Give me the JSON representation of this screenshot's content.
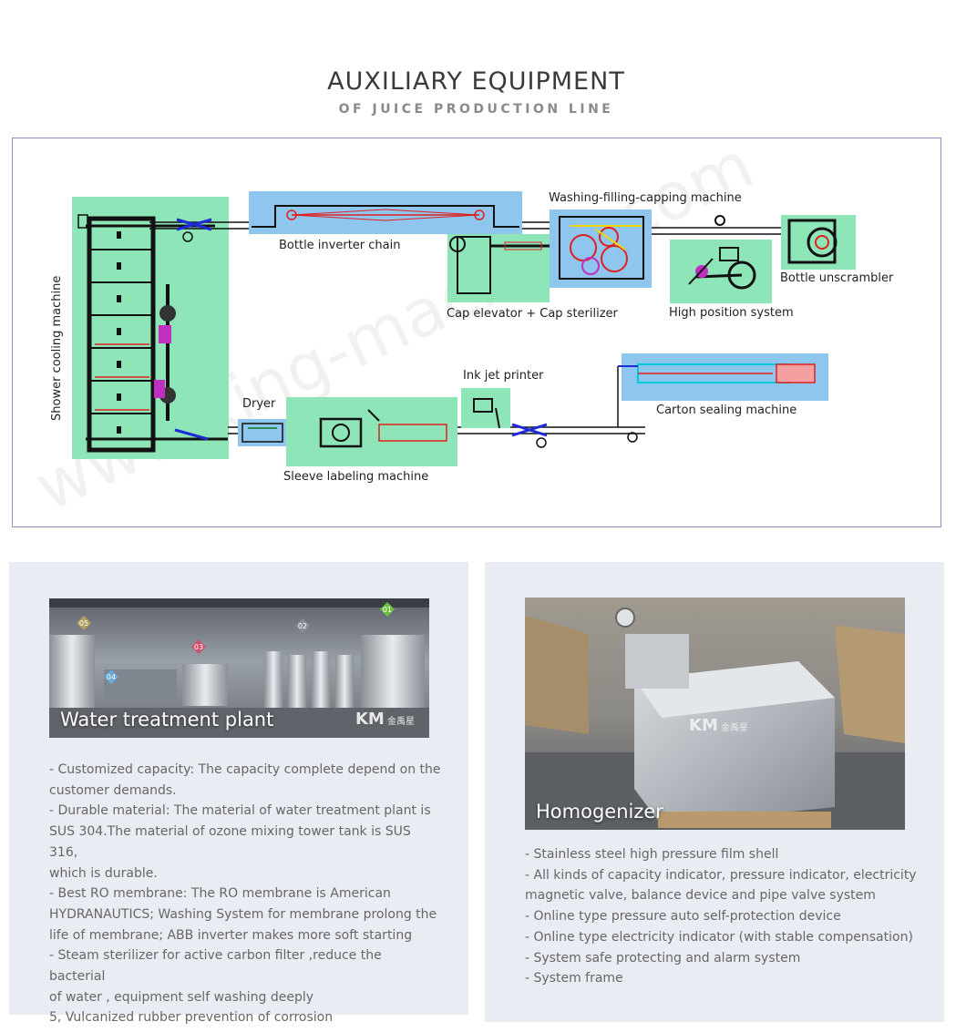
{
  "header": {
    "title": "AUXILIARY EQUIPMENT",
    "subtitle": "OF JUICE PRODUCTION LINE"
  },
  "diagram": {
    "watermark": "www.king-machine.com",
    "labels": {
      "bottle_inverter": "Bottle inverter chain",
      "washing_filling": "Washing-filling-capping machine",
      "bottle_unscrambler": "Bottle unscrambler",
      "cap_elevator": "Cap elevator + Cap sterilizer",
      "high_position": "High position system",
      "shower_cooling": "Shower cooling machine",
      "ink_jet": "Ink jet printer",
      "carton_sealing": "Carton sealing machine",
      "dryer": "Dryer",
      "sleeve_labeling": "Sleeve labeling machine"
    },
    "colors": {
      "green": "#8ee6b8",
      "blue": "#8ec6ee",
      "line": "#1a1a1a",
      "accent_red": "#e02020",
      "accent_blue": "#1e2bd6"
    }
  },
  "water_panel": {
    "caption": "Water treatment plant",
    "logo_text": "金禹星",
    "markers": [
      "05",
      "03",
      "02",
      "01",
      "04"
    ],
    "lines": [
      "- Customized capacity: The capacity complete depend on the",
      "customer demands.",
      "- Durable material: The material of water treatment plant is",
      "SUS 304.The material of ozone mixing tower tank is SUS 316,",
      "which is durable.",
      "- Best RO membrane: The RO membrane is American",
      "HYDRANAUTICS; Washing System for membrane prolong the",
      "life of membrane; ABB inverter makes more soft starting",
      "- Steam sterilizer for active carbon filter ,reduce the bacterial",
      "of water , equipment self washing deeply",
      "5, Vulcanized rubber prevention of corrosion"
    ]
  },
  "homogenizer_panel": {
    "caption": "Homogenizer",
    "logo_text": "金禹星",
    "lines": [
      "- Stainless steel high pressure film shell",
      "- All kinds of capacity indicator, pressure indicator, electricity",
      "magnetic valve, balance device and pipe valve system",
      "- Online type pressure auto self-protection device",
      "- Online type electricity indicator (with stable compensation)",
      "- System safe protecting and alarm system",
      "- System frame"
    ]
  }
}
